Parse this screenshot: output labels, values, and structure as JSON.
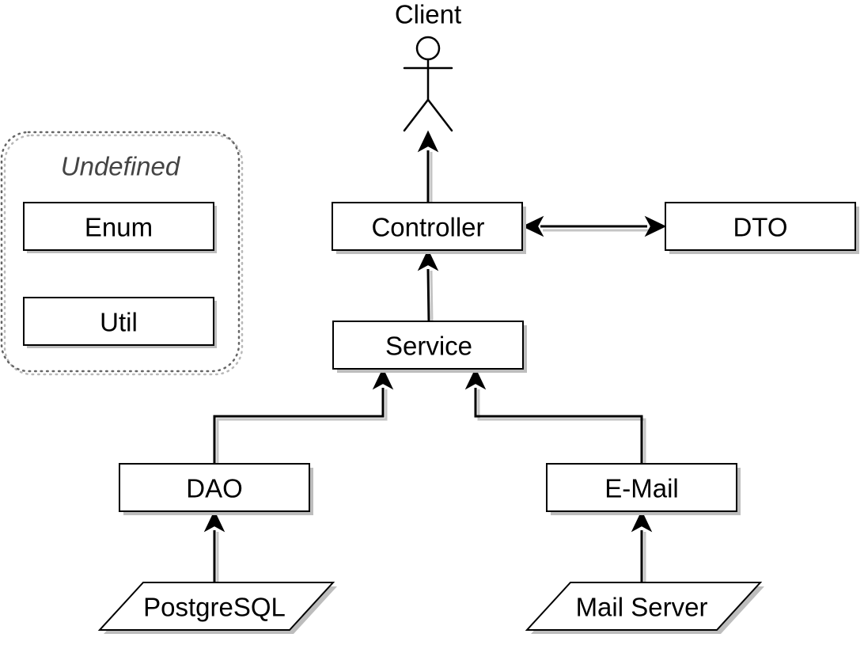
{
  "actor": {
    "label": "Client"
  },
  "group": {
    "title": "Undefined",
    "items": [
      "Enum",
      "Util"
    ]
  },
  "nodes": {
    "controller": "Controller",
    "dto": "DTO",
    "service": "Service",
    "dao": "DAO",
    "email": "E-Mail"
  },
  "sources": {
    "postgresql": "PostgreSQL",
    "mail_server": "Mail Server"
  },
  "colors": {
    "line": "#000000",
    "shadow": "#bdbdbd",
    "group_border": "#666666",
    "group_title": "#444444"
  }
}
